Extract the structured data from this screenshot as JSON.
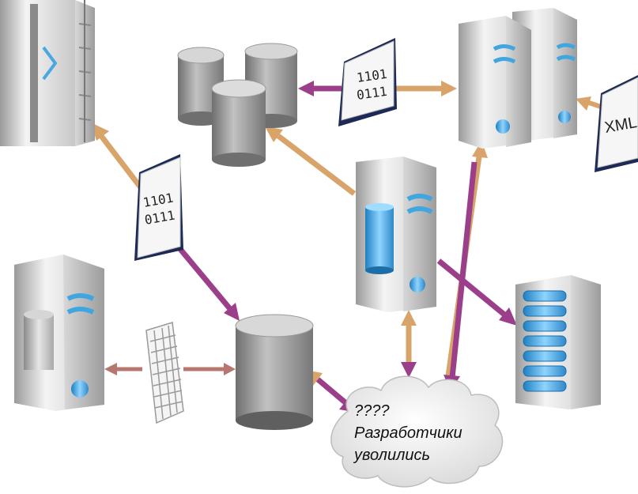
{
  "doc1": {
    "line1": "1101",
    "line2": "0111"
  },
  "doc2": {
    "line1": "1101",
    "line2": "0111"
  },
  "xml_doc": {
    "label": "XML"
  },
  "cloud": {
    "line1": "????",
    "line2": "Разработчики",
    "line3": "уволились"
  },
  "colors": {
    "arrow_orange": "#d9a46a",
    "arrow_purple": "#9b3f8b",
    "arrow_brown": "#b7776e",
    "server_light": "#eeeeee",
    "server_dark": "#9c9c9c",
    "accent_blue": "#3fa6e0",
    "db_gray": "#8f8f8f"
  }
}
